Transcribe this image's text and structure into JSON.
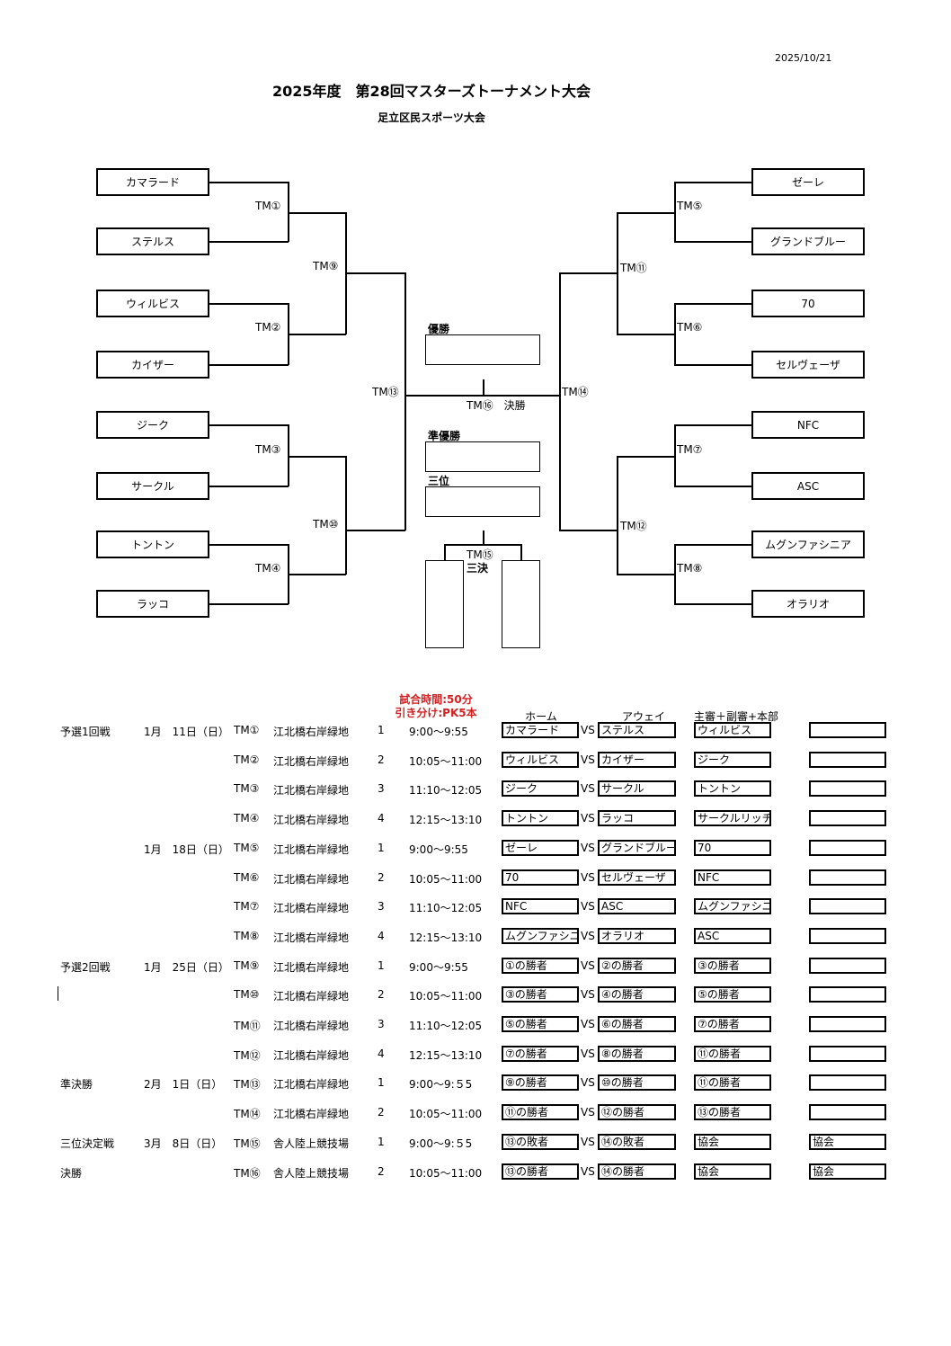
{
  "header": {
    "date": "2025/10/21",
    "title": "2025年度　第28回マスターズトーナメント大会",
    "subtitle": "足立区民スポーツ大会"
  },
  "bracket": {
    "left_teams": [
      "カマラード",
      "ステルス",
      "ウィルビス",
      "カイザー",
      "ジーク",
      "サークル",
      "トントン",
      "ラッコ"
    ],
    "right_teams": [
      "ゼーレ",
      "グランドブルー",
      "70",
      "セルヴェーザ",
      "NFC",
      "ASC",
      "ムグンファシニア",
      "オラリオ"
    ],
    "match_labels": {
      "tm1": "TM①",
      "tm2": "TM②",
      "tm3": "TM③",
      "tm4": "TM④",
      "tm5": "TM⑤",
      "tm6": "TM⑥",
      "tm7": "TM⑦",
      "tm8": "TM⑧",
      "tm9": "TM⑨",
      "tm10": "TM⑩",
      "tm11": "TM⑪",
      "tm12": "TM⑫",
      "tm13": "TM⑬",
      "tm14": "TM⑭",
      "final": "TM⑯　決勝",
      "third": "TM⑮",
      "third_label": "三決"
    },
    "results": {
      "winner": "優勝",
      "runner_up": "準優勝",
      "third": "三位"
    }
  },
  "notes": {
    "line1": "試合時間:50分",
    "line2": "引き分け:PK5本"
  },
  "schedule_headers": {
    "home": "ホーム",
    "away": "アウェイ",
    "referee": "主審＋副審+本部"
  },
  "schedule": [
    {
      "round": "予選1回戦",
      "date": "1月　11日（日）",
      "match": "TM①",
      "venue": "江北橋右岸緑地",
      "field": "1",
      "time": "9:00～9:55",
      "home": "カマラード",
      "vs": "VS",
      "away": "ステルス",
      "ref": "ウィルビス",
      "extra": ""
    },
    {
      "round": "",
      "date": "",
      "match": "TM②",
      "venue": "江北橋右岸緑地",
      "field": "2",
      "time": "10:05～11:00",
      "home": "ウィルビス",
      "vs": "VS",
      "away": "カイザー",
      "ref": "ジーク",
      "extra": ""
    },
    {
      "round": "",
      "date": "",
      "match": "TM③",
      "venue": "江北橋右岸緑地",
      "field": "3",
      "time": "11:10～12:05",
      "home": "ジーク",
      "vs": "VS",
      "away": "サークル",
      "ref": "トントン",
      "extra": ""
    },
    {
      "round": "",
      "date": "",
      "match": "TM④",
      "venue": "江北橋右岸緑地",
      "field": "4",
      "time": "12:15～13:10",
      "home": "トントン",
      "vs": "VS",
      "away": "ラッコ",
      "ref": "サークルリッチ",
      "extra": ""
    },
    {
      "round": "",
      "date": "1月　18日（日）",
      "match": "TM⑤",
      "venue": "江北橋右岸緑地",
      "field": "1",
      "time": "9:00～9:55",
      "home": "ゼーレ",
      "vs": "VS",
      "away": "グランドブルー",
      "ref": "70",
      "extra": ""
    },
    {
      "round": "",
      "date": "",
      "match": "TM⑥",
      "venue": "江北橋右岸緑地",
      "field": "2",
      "time": "10:05～11:00",
      "home": "70",
      "vs": "VS",
      "away": "セルヴェーザ",
      "ref": "NFC",
      "extra": ""
    },
    {
      "round": "",
      "date": "",
      "match": "TM⑦",
      "venue": "江北橋右岸緑地",
      "field": "3",
      "time": "11:10～12:05",
      "home": "NFC",
      "vs": "VS",
      "away": "ASC",
      "ref": "ムグンファシニア",
      "extra": ""
    },
    {
      "round": "",
      "date": "",
      "match": "TM⑧",
      "venue": "江北橋右岸緑地",
      "field": "4",
      "time": "12:15～13:10",
      "home": "ムグンファシニア",
      "vs": "VS",
      "away": "オラリオ",
      "ref": "ASC",
      "extra": ""
    },
    {
      "round": "予選2回戦",
      "date": "1月　25日（日）",
      "match": "TM⑨",
      "venue": "江北橋右岸緑地",
      "field": "1",
      "time": "9:00～9:55",
      "home": "①の勝者",
      "vs": "VS",
      "away": "②の勝者",
      "ref": "③の勝者",
      "extra": ""
    },
    {
      "round": "",
      "date": "",
      "match": "TM⑩",
      "venue": "江北橋右岸緑地",
      "field": "2",
      "time": "10:05～11:00",
      "home": "③の勝者",
      "vs": "VS",
      "away": "④の勝者",
      "ref": "⑤の勝者",
      "extra": ""
    },
    {
      "round": "",
      "date": "",
      "match": "TM⑪",
      "venue": "江北橋右岸緑地",
      "field": "3",
      "time": "11:10～12:05",
      "home": "⑤の勝者",
      "vs": "VS",
      "away": "⑥の勝者",
      "ref": "⑦の勝者",
      "extra": ""
    },
    {
      "round": "",
      "date": "",
      "match": "TM⑫",
      "venue": "江北橋右岸緑地",
      "field": "4",
      "time": "12:15～13:10",
      "home": "⑦の勝者",
      "vs": "VS",
      "away": "⑧の勝者",
      "ref": "⑪の勝者",
      "extra": ""
    },
    {
      "round": "準決勝",
      "date": "2月　1日（日）",
      "match": "TM⑬",
      "venue": "江北橋右岸緑地",
      "field": "1",
      "time": "9:00～9:５5",
      "home": "⑨の勝者",
      "vs": "VS",
      "away": "⑩の勝者",
      "ref": "⑪の勝者",
      "extra": ""
    },
    {
      "round": "",
      "date": "",
      "match": "TM⑭",
      "venue": "江北橋右岸緑地",
      "field": "2",
      "time": "10:05～11:00",
      "home": "⑪の勝者",
      "vs": "VS",
      "away": "⑫の勝者",
      "ref": "⑬の勝者",
      "extra": ""
    },
    {
      "round": "三位決定戦",
      "date": "3月　8日（日）",
      "match": "TM⑮",
      "venue": "舎人陸上競技場",
      "field": "1",
      "time": "9:00～9:５5",
      "home": "⑬の敗者",
      "vs": "VS",
      "away": "⑭の敗者",
      "ref": "協会",
      "extra": "協会"
    },
    {
      "round": "決勝",
      "date": "",
      "match": "TM⑯",
      "venue": "舎人陸上競技場",
      "field": "2",
      "time": "10:05～11:00",
      "home": "⑬の勝者",
      "vs": "VS",
      "away": "⑭の勝者",
      "ref": "協会",
      "extra": "協会"
    }
  ]
}
